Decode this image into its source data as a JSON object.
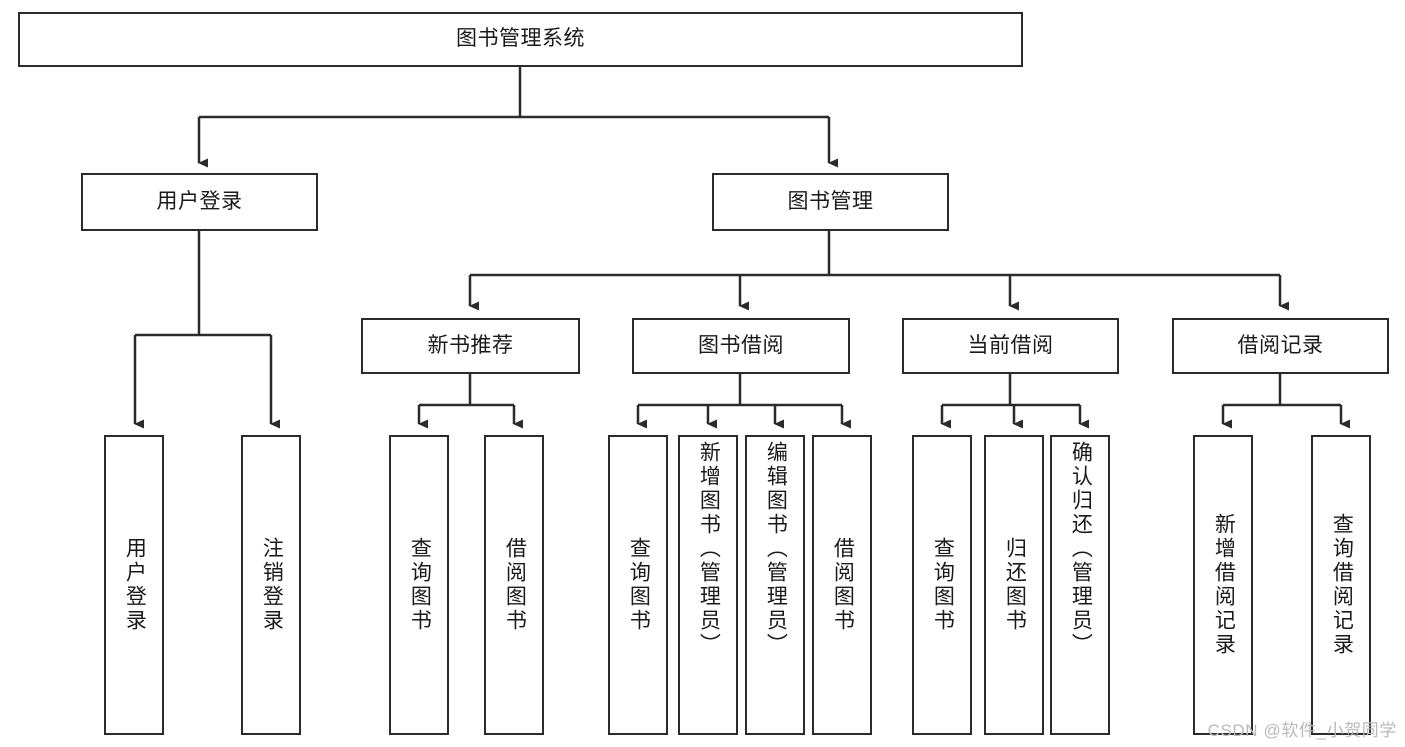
{
  "diagram": {
    "title": "图书管理系统",
    "type": "tree-hierarchy-diagram",
    "colors": {
      "stroke": "#2b2b2b",
      "fill": "#ffffff",
      "text": "#1a1a1a",
      "watermark": "#b9b9b9"
    }
  },
  "root": {
    "label": "图书管理系统"
  },
  "level2": [
    {
      "label": "用户登录"
    },
    {
      "label": "图书管理"
    }
  ],
  "level3": [
    {
      "label": "新书推荐"
    },
    {
      "label": "图书借阅"
    },
    {
      "label": "当前借阅"
    },
    {
      "label": "借阅记录"
    }
  ],
  "leaves": {
    "user_login": [
      {
        "label": "用户登录"
      },
      {
        "label": "注销登录"
      }
    ],
    "new_book_recommend": [
      {
        "label": "查询图书"
      },
      {
        "label": "借阅图书"
      }
    ],
    "book_borrow": [
      {
        "label": "查询图书"
      },
      {
        "label": "新增图书（管理员）"
      },
      {
        "label": "编辑图书（管理员）"
      },
      {
        "label": "借阅图书"
      }
    ],
    "current_borrow": [
      {
        "label": "查询图书"
      },
      {
        "label": "归还图书"
      },
      {
        "label": "确认归还（管理员）"
      }
    ],
    "borrow_record": [
      {
        "label": "新增借阅记录"
      },
      {
        "label": "查询借阅记录"
      }
    ]
  },
  "watermark": {
    "text": "CSDN @软件_小贺同学"
  }
}
